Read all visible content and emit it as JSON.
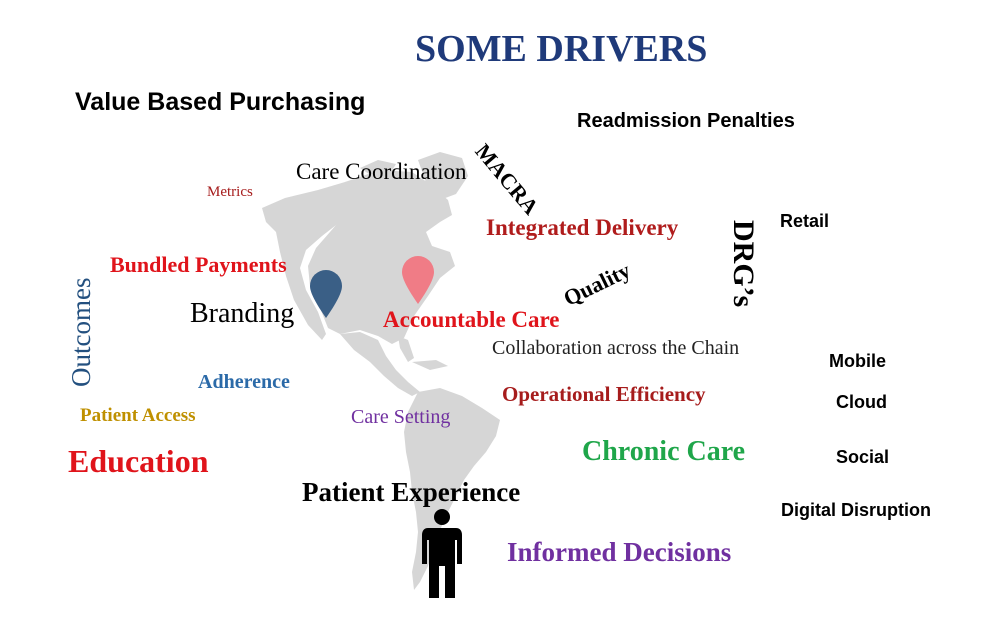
{
  "title": "SOME DRIVERS",
  "colors": {
    "title": "#1f3a7a",
    "dark_red": "#a61c1c",
    "bright_red": "#e0141b",
    "blue": "#2b6aa8",
    "navy": "#23507f",
    "gold": "#bf9000",
    "purple": "#7030a0",
    "green": "#1fa64a",
    "map_gray": "#d6d6d6",
    "pin_blue": "#3a5f86",
    "pin_pink": "#f07c86"
  },
  "icons": {
    "map": "americas-map-silhouette",
    "pin_left": "map-pin-icon",
    "pin_right": "map-pin-icon",
    "person": "person-icon"
  },
  "words": {
    "value_based_purchasing": "Value Based Purchasing",
    "readmission_penalties": "Readmission Penalties",
    "macra": "MACRA",
    "care_coordination": "Care Coordination",
    "metrics": "Metrics",
    "integrated_delivery": "Integrated Delivery",
    "retail": "Retail",
    "drgs": "DRG’s",
    "outcomes": "Outcomes",
    "bundled_payments": "Bundled Payments",
    "quality": "Quality",
    "branding": "Branding",
    "accountable_care": "Accountable Care",
    "collaboration": "Collaboration across the Chain",
    "mobile": "Mobile",
    "adherence": "Adherence",
    "operational_efficiency": "Operational Efficiency",
    "cloud": "Cloud",
    "patient_access": "Patient Access",
    "care_setting": "Care Setting",
    "chronic_care": "Chronic Care",
    "education": "Education",
    "social": "Social",
    "patient_experience": "Patient Experience",
    "digital_disruption": "Digital Disruption",
    "informed_decisions": "Informed Decisions"
  }
}
